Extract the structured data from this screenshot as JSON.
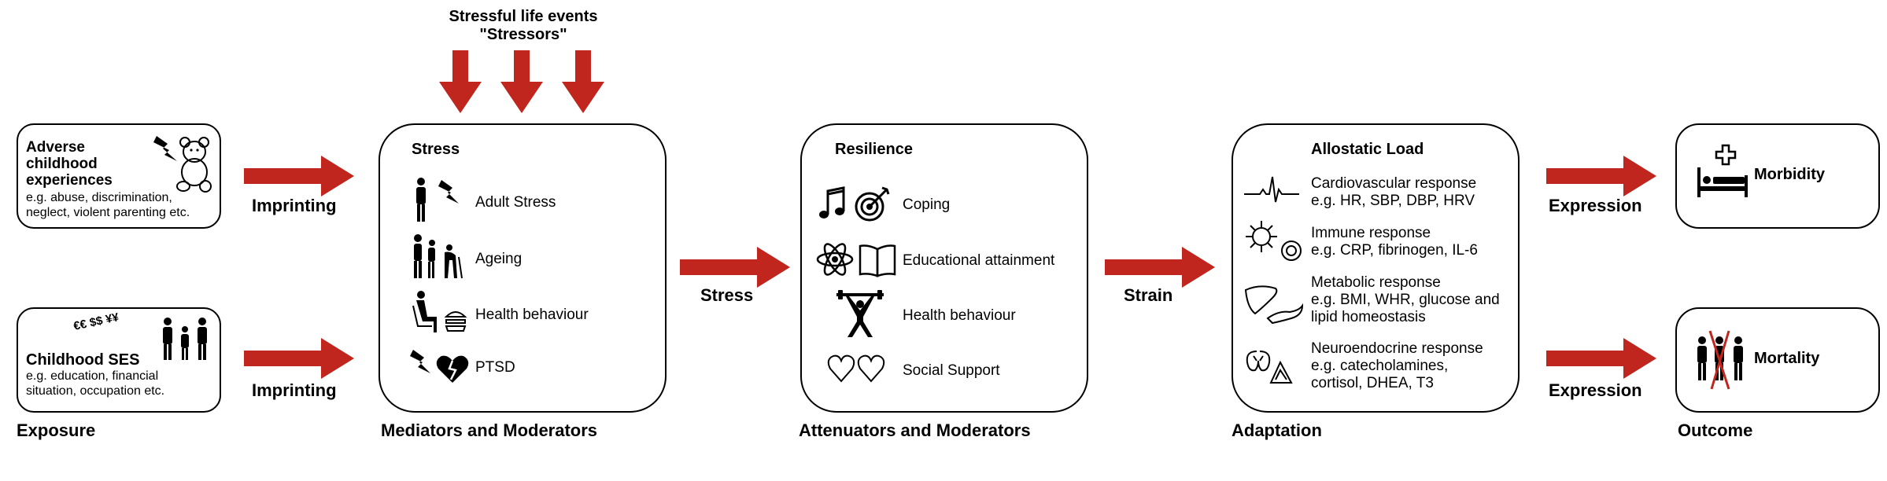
{
  "top": {
    "line1": "Stressful life events",
    "line2": "\"Stressors\""
  },
  "exposure": {
    "ace": {
      "title": [
        "Adverse",
        "childhood",
        "experiences"
      ],
      "desc": [
        "e.g. abuse, discrimination,",
        "neglect, violent parenting etc."
      ]
    },
    "ses": {
      "currency": "€€ $$ ¥¥",
      "title": "Childhood SES",
      "desc": [
        "e.g. education, financial",
        "situation, occupation etc."
      ]
    },
    "label": "Exposure"
  },
  "arrows": {
    "imprinting": "Imprinting",
    "stress": "Stress",
    "strain": "Strain",
    "expression": "Expression"
  },
  "mediators": {
    "title": "Stress",
    "items": [
      "Adult Stress",
      "Ageing",
      "Health behaviour",
      "PTSD"
    ],
    "label": "Mediators and Moderators"
  },
  "attenuators": {
    "title": "Resilience",
    "items": [
      "Coping",
      "Educational attainment",
      "Health behaviour",
      "Social Support"
    ],
    "label": "Attenuators and Moderators"
  },
  "adaptation": {
    "title": "Allostatic Load",
    "items": [
      {
        "name": "Cardiovascular response",
        "detail": [
          "e.g. HR, SBP, DBP, HRV"
        ]
      },
      {
        "name": "Immune response",
        "detail": [
          "e.g. CRP, fibrinogen, IL-6"
        ]
      },
      {
        "name": "Metabolic response",
        "detail": [
          "e.g. BMI, WHR, glucose and",
          "lipid homeostasis"
        ]
      },
      {
        "name": "Neuroendocrine response",
        "detail": [
          "e.g. catecholamines,",
          "cortisol, DHEA, T3"
        ]
      }
    ],
    "label": "Adaptation"
  },
  "outcome": {
    "morbidity": "Morbidity",
    "mortality": "Mortality",
    "label": "Outcome"
  },
  "colors": {
    "arrow": "#c0261d",
    "stroke": "#000000"
  }
}
